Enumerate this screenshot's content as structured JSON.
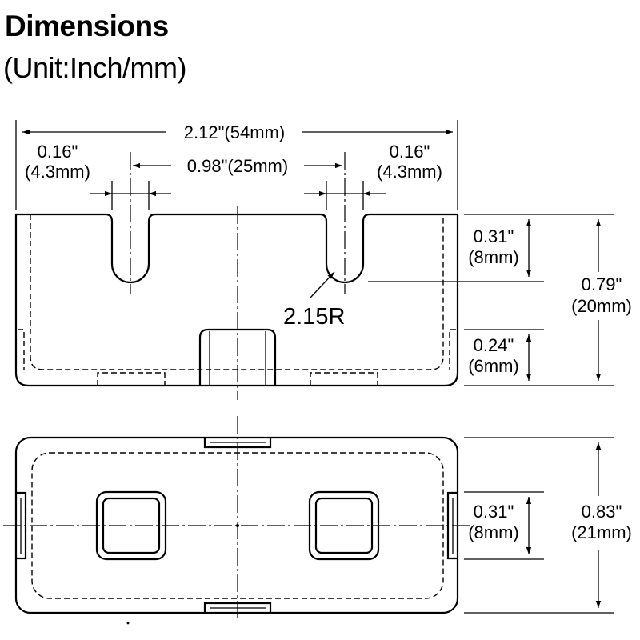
{
  "header": {
    "title": "Dimensions",
    "subtitle": "(Unit:Inch/mm)"
  },
  "front_view": {
    "overall_width": "2.12\"(54mm)",
    "slot_spacing": "0.98\"(25mm)",
    "left_slot_width_in": "0.16\"",
    "left_slot_width_mm": "(4.3mm)",
    "right_slot_width_in": "0.16\"",
    "right_slot_width_mm": "(4.3mm)",
    "slot_depth_in": "0.31\"",
    "slot_depth_mm": "(8mm)",
    "overall_height_in": "0.79\"",
    "overall_height_mm": "(20mm)",
    "base_height_in": "0.24\"",
    "base_height_mm": "(6mm)",
    "slot_radius": "2.15R"
  },
  "top_view": {
    "hole_size_in": "0.31\"",
    "hole_size_mm": "(8mm)",
    "overall_depth_in": "0.83\"",
    "overall_depth_mm": "(21mm)"
  }
}
